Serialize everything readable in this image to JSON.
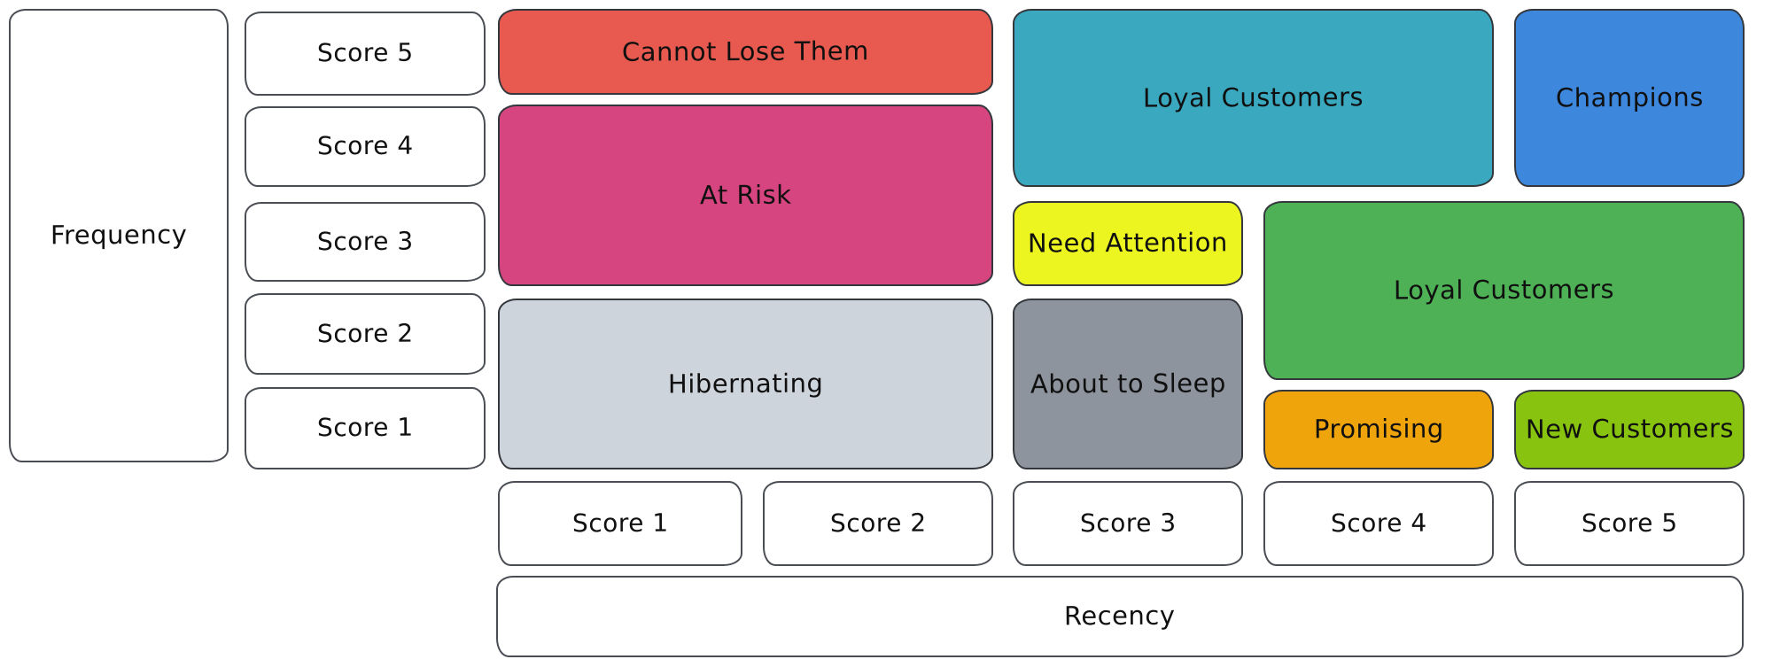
{
  "axes": {
    "frequency": {
      "label": "Frequency",
      "scores": [
        "Score 5",
        "Score 4",
        "Score 3",
        "Score 2",
        "Score 1"
      ]
    },
    "recency": {
      "label": "Recency",
      "scores": [
        "Score 1",
        "Score 2",
        "Score 3",
        "Score 4",
        "Score 5"
      ]
    }
  },
  "colors": {
    "background": "#ffffff",
    "box_fill": "#ffffff",
    "box_stroke": "#4a4e54",
    "segment_stroke": "#34383d",
    "text": "#101010"
  },
  "segments": [
    {
      "name": "cannot-lose-them",
      "label": "Cannot Lose Them",
      "color": "#e85a50",
      "recency": [
        1,
        2
      ],
      "frequency": [
        5,
        5
      ]
    },
    {
      "name": "at-risk",
      "label": "At Risk",
      "color": "#d6457f",
      "recency": [
        1,
        2
      ],
      "frequency": [
        3,
        4
      ]
    },
    {
      "name": "hibernating",
      "label": "Hibernating",
      "color": "#ced4dc",
      "recency": [
        1,
        2
      ],
      "frequency": [
        1,
        2
      ]
    },
    {
      "name": "loyal-customers-top",
      "label": "Loyal Customers",
      "color": "#3aa9c0",
      "recency": [
        3,
        4
      ],
      "frequency": [
        4,
        5
      ]
    },
    {
      "name": "champions",
      "label": "Champions",
      "color": "#3d87dd",
      "recency": [
        5,
        5
      ],
      "frequency": [
        4,
        5
      ]
    },
    {
      "name": "need-attention",
      "label": "Need Attention",
      "color": "#edf520",
      "recency": [
        3,
        3
      ],
      "frequency": [
        3,
        3
      ]
    },
    {
      "name": "loyal-customers-mid",
      "label": "Loyal Customers",
      "color": "#4eb155",
      "recency": [
        4,
        5
      ],
      "frequency": [
        2,
        3
      ]
    },
    {
      "name": "about-to-sleep",
      "label": "About to Sleep",
      "color": "#8d949d",
      "recency": [
        3,
        3
      ],
      "frequency": [
        1,
        2
      ]
    },
    {
      "name": "promising",
      "label": "Promising",
      "color": "#f0a40c",
      "recency": [
        4,
        4
      ],
      "frequency": [
        1,
        1
      ]
    },
    {
      "name": "new-customers",
      "label": "New Customers",
      "color": "#88c40f",
      "recency": [
        5,
        5
      ],
      "frequency": [
        1,
        1
      ]
    }
  ]
}
